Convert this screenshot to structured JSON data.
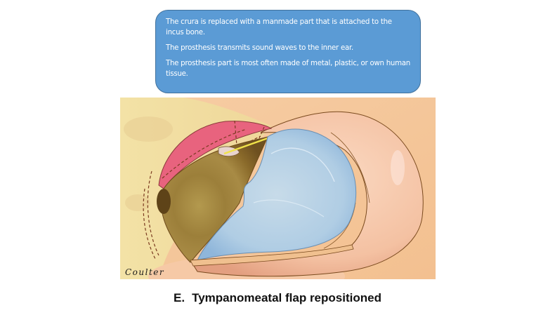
{
  "callout": {
    "paragraphs": [
      "The crura is replaced with a manmade part that is attached to the incus bone.",
      "The prosthesis transmits sound waves to the inner ear.",
      "The prosthesis part is most often made of metal, plastic, or own human tissue."
    ],
    "colors": {
      "fill": "#5b9bd5",
      "border": "#41719c",
      "text": "#ffffff"
    }
  },
  "illustration": {
    "subject": "Ear canal with tympanomeatal flap repositioned over middle ear prosthesis",
    "signature": "Coulter",
    "colors": {
      "bone": "#f2dea0",
      "skin": "#f5c79a",
      "flap": "#e8637e",
      "canal": "#8a6a2a",
      "eardrum": "#a9c8e2",
      "prosthesis": "#f0e24a",
      "outline": "#7a4a1e"
    }
  },
  "caption": {
    "letter": "E.",
    "text": "Tympanomeatal flap repositioned"
  }
}
